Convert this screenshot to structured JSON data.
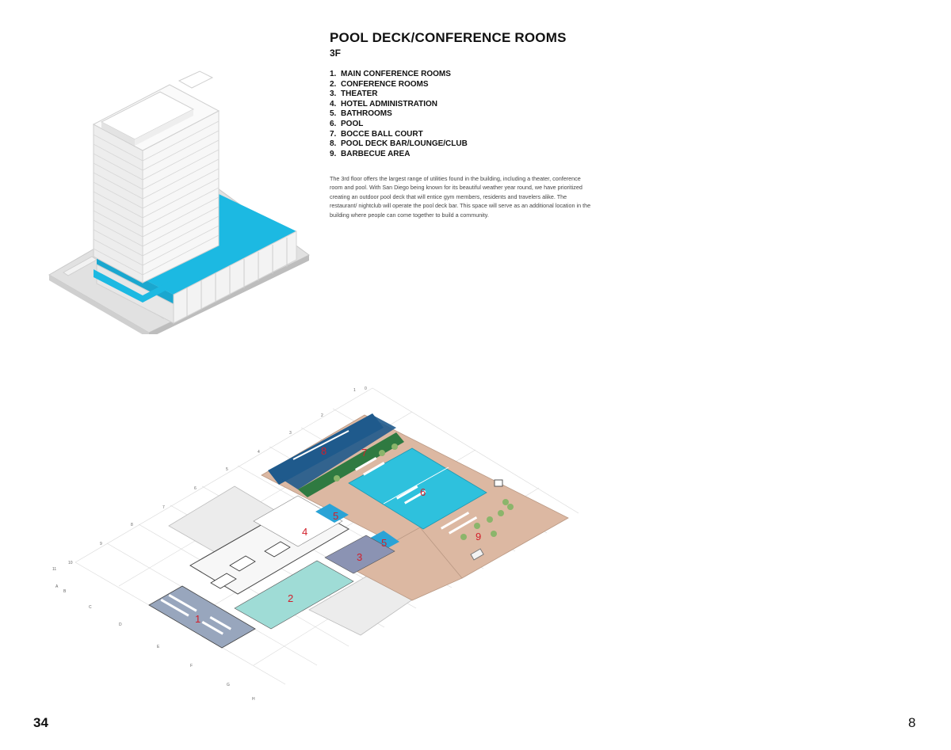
{
  "heading": {
    "title": "POOL DECK/CONFERENCE ROOMS",
    "floor": "3F"
  },
  "legend": [
    {
      "num": "1.",
      "label": "MAIN CONFERENCE ROOMS"
    },
    {
      "num": "2.",
      "label": "CONFERENCE ROOMS"
    },
    {
      "num": "3.",
      "label": "THEATER"
    },
    {
      "num": "4.",
      "label": "HOTEL ADMINISTRATION"
    },
    {
      "num": "5.",
      "label": "BATHROOMS"
    },
    {
      "num": "6.",
      "label": "POOL"
    },
    {
      "num": "7.",
      "label": "BOCCE BALL COURT"
    },
    {
      "num": "8.",
      "label": "POOL DECK BAR/LOUNGE/CLUB"
    },
    {
      "num": "9.",
      "label": "BARBECUE AREA"
    }
  ],
  "description": "The 3rd floor offers the largest range of utilities found in the building, including a theater, conference room and pool.  With San Diego being known for its beautiful weather year round, we have prioritized creating an outdoor pool deck that will entice gym members, residents and travelers alike. The restaurant/ nightclub will operate the pool deck bar.  This space will serve as an additional location in the building where people can come together to build a community.",
  "plan_labels": {
    "zone1": "1",
    "zone2": "2",
    "zone3": "3",
    "zone4": "4",
    "zone5a": "5",
    "zone5b": "5",
    "zone6": "6",
    "zone7": "7",
    "zone8": "8",
    "zone9": "9"
  },
  "grid_labels": {
    "g1": "1",
    "g2": "2",
    "g3": "3",
    "g4": "4",
    "g5": "5",
    "g6": "6",
    "g7": "7",
    "g8": "8",
    "g9": "9",
    "g10": "10",
    "g11": "11",
    "g0": "0",
    "ga": "A",
    "gb": "B",
    "gc": "C",
    "gd": "D",
    "ge": "E",
    "gf": "F",
    "gg": "G",
    "gh": "H"
  },
  "page_numbers": {
    "left": "34",
    "right": "8"
  },
  "colors": {
    "highlight_floor": "#1cb9e2",
    "pool_water": "#2ec1dd",
    "pool_deck": "#dcb8a2",
    "bocce_court": "#2f7a41",
    "lounge_bar": "#1f5a8c",
    "conference": "#9fdcd6",
    "main_conference": "#98a6bd",
    "theater": "#8b93b3",
    "bathrooms": "#2aa3d6",
    "label_red": "#d21f2b"
  }
}
